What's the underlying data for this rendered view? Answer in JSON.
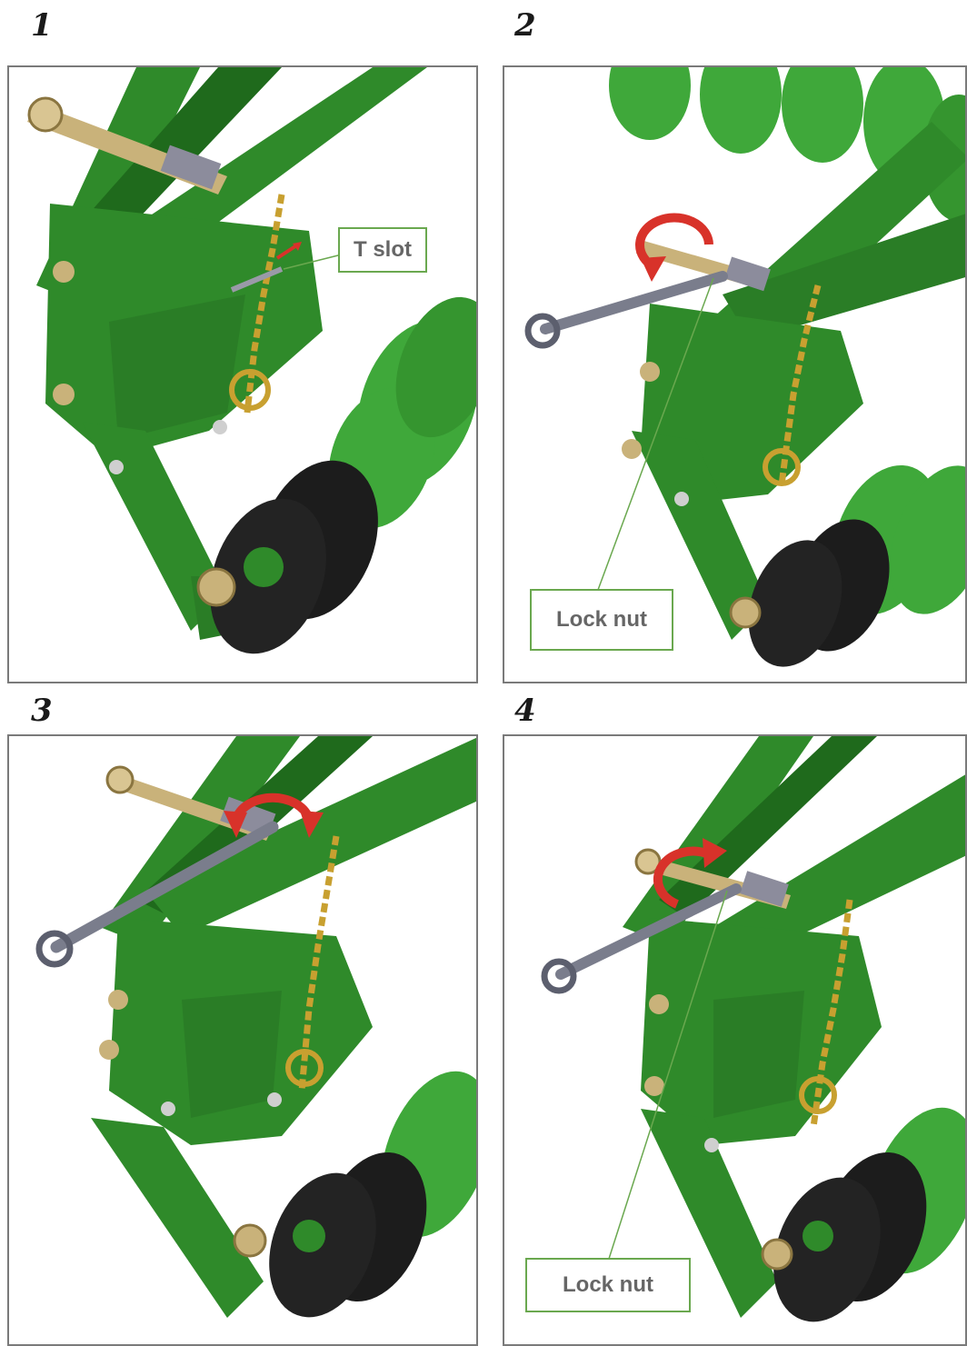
{
  "steps": [
    {
      "number": "1",
      "callout": "T slot"
    },
    {
      "number": "2",
      "callout": "Lock nut"
    },
    {
      "number": "3"
    },
    {
      "number": "4",
      "callout": "Lock nut"
    }
  ],
  "colors": {
    "frame_green": "#2f8a2a",
    "frame_dark": "#1f5f1c",
    "disc_green": "#3fa83a",
    "disc_black": "#1c1c1c",
    "brass": "#c9b27a",
    "chain_gold": "#c8a030",
    "wrench_gray": "#7a7d8c",
    "arrow_red": "#d8322a",
    "callout_border": "#6aa84f"
  },
  "icons": [
    "rotate-arrow-icon",
    "double-rotate-arrow-icon"
  ]
}
